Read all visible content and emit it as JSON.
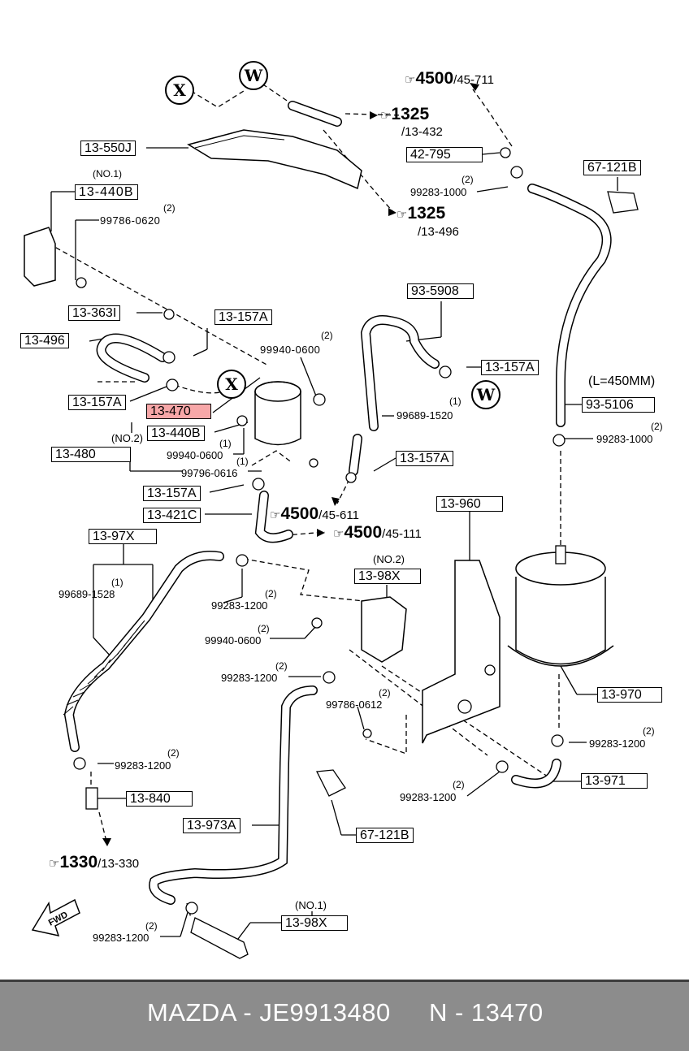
{
  "parts": {
    "p13_550J": "13-550J",
    "p13_440B_no1": "13-440B",
    "p13_363I": "13-363I",
    "p13_157A_a": "13-157A",
    "p13_496": "13-496",
    "p13_157A_b": "13-157A",
    "p13_470": "13-470",
    "p13_440B": "13-440B",
    "p13_480": "13-480",
    "p13_157A_c": "13-157A",
    "p13_421C": "13-421C",
    "p13_97X": "13-97X",
    "p93_5908": "93-5908",
    "p13_157A_d": "13-157A",
    "p13_157A_e": "13-157A",
    "p42_795": "42-795",
    "p67_121B_a": "67-121B",
    "p93_5106": "93-5106",
    "p13_960": "13-960",
    "p13_98X_no2": "13-98X",
    "p13_970": "13-970",
    "p13_971": "13-971",
    "p13_840": "13-840",
    "p13_973A": "13-973A",
    "p67_121B_b": "67-121B",
    "p13_98X_no1": "13-98X"
  },
  "labels": {
    "no1_a": "(NO.1)",
    "no2_a": "(NO.2)",
    "no2_b": "(NO.2)",
    "no1_b": "(NO.1)",
    "l99786_0620": "99786-0620",
    "l99940_0600_a": "99940-0600",
    "l99940_0600_b": "99940-0600",
    "l99796_0616": "99796-0616",
    "l99689_1520": "99689-1520",
    "l99283_1000_a": "99283-1000",
    "l99283_1000_b": "99283-1000",
    "l99689_1528": "99689-1528",
    "l99283_1200_a": "99283-1200",
    "l99940_0600_c": "99940-0600",
    "l99283_1200_b": "99283-1200",
    "l99786_0612": "99786-0612",
    "l99283_1200_c": "99283-1200",
    "l99283_1200_d": "99283-1200",
    "l99283_1200_e": "99283-1200",
    "l99283_1200_f": "99283-1200"
  },
  "qty": {
    "q2": "(2)",
    "q1": "(1)"
  },
  "refs": {
    "r4500_711": {
      "hand": "☞",
      "num": "4500",
      "sub": "/45-711"
    },
    "r1325_432": {
      "hand": "☞",
      "num": "1325",
      "sub": "/13-432"
    },
    "r1325_496": {
      "hand": "☞",
      "num": "1325",
      "sub": "/13-496"
    },
    "r4500_611": {
      "hand": "☞",
      "num": "4500",
      "sub": "/45-611"
    },
    "r4500_111": {
      "hand": "☞",
      "num": "4500",
      "sub": "/45-111"
    },
    "r1330_330": {
      "hand": "☞",
      "num": "1330",
      "sub": "/13-330"
    }
  },
  "markers": {
    "x": "X",
    "w": "W"
  },
  "length_note": "(L=450MM)",
  "fwd": "FWD",
  "footer": {
    "brand_code": "MAZDA - JE9913480",
    "part_no": "N - 13470"
  },
  "colors": {
    "highlight": "#f7a7a8",
    "footer_bg": "#8c8c8c",
    "footer_text": "#ffffff"
  }
}
